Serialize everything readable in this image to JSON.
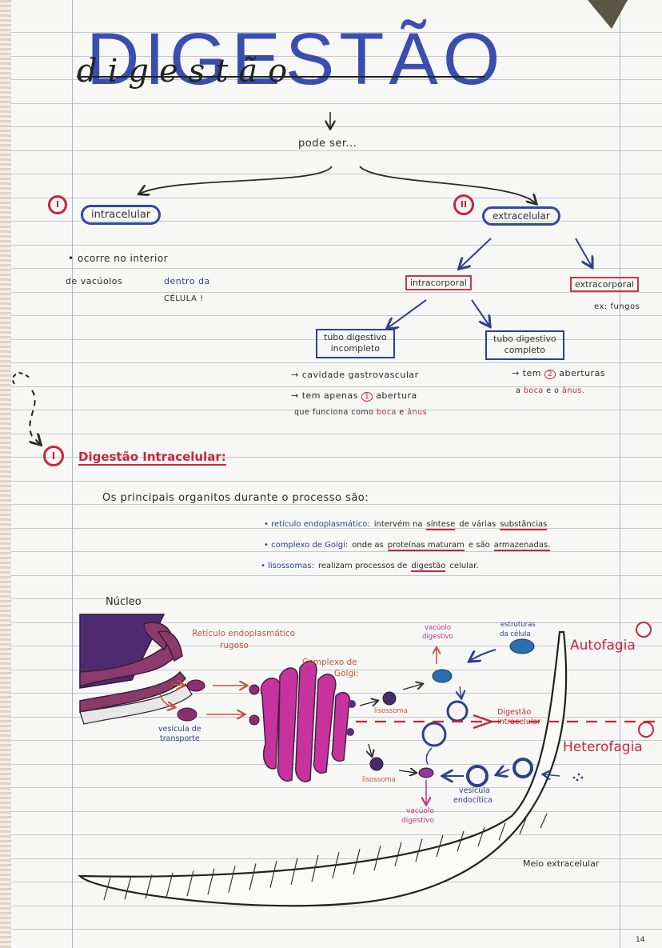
{
  "page": {
    "title_print": "DIGESTÃO",
    "title_script": "digestão",
    "intro": "pode ser...",
    "page_number": "14"
  },
  "map": {
    "branch1": {
      "number": "I",
      "label": "intracelular",
      "note_line1": "• ocorre no interior",
      "note_line2a": "de vacúolos",
      "note_line2b": "dentro da",
      "note_line3": "CÉLULA !"
    },
    "branch2": {
      "number": "II",
      "label": "extracelular",
      "sub1": "intracorporal",
      "sub2": "extracorporal",
      "sub2_example": "ex: fungos",
      "incomplete": {
        "label_line1": "tubo digestivo",
        "label_line2": "incompleto",
        "note1": "→ cavidade gastrovascular",
        "note2a": "→ tem apenas",
        "note2_num": "1",
        "note2b": "abertura",
        "note3a": "que funciona como",
        "note3_boca": "boca",
        "note3_e": "e",
        "note3_anus": "ânus"
      },
      "complete": {
        "label_line1": "tubo digestivo",
        "label_line2": "completo",
        "note1a": "→ tem",
        "note1_num": "2",
        "note1b": "aberturas",
        "note2a": "a",
        "note2_boca": "boca",
        "note2_mid": "e o",
        "note2_anus": "ânus."
      }
    }
  },
  "section1": {
    "number": "I",
    "heading": "Digestão Intracelular:",
    "intro": "Os principais organitos durante o processo são:",
    "bullets": [
      {
        "term": "• retículo endoplasmático:",
        "text_a": "intervém na",
        "underlined": "síntese",
        "text_b": "de várias",
        "underlined2": "substâncias"
      },
      {
        "term": "• complexo de Golgi:",
        "text_a": "onde as",
        "underlined": "proteínas maturam",
        "text_b": "e são",
        "underlined2": "armazenadas."
      },
      {
        "term": "• lisossomas:",
        "text_a": "realizam processos de",
        "underlined": "digestão",
        "text_b": "celular.",
        "underlined2": ""
      }
    ]
  },
  "diagram": {
    "nucleus": "Núcleo",
    "rer_line1": "Retículo endoplasmático",
    "rer_line2": "rugoso",
    "golgi_line1": "Complexo de",
    "golgi_line2": "Golgi:",
    "transport_line1": "vesícula de",
    "transport_line2": "transporte",
    "lysosome_top": "lisossoma",
    "lysosome_bottom": "lisossoma",
    "vacuole_top_line1": "vacúolo",
    "vacuole_top_line2": "digestivo",
    "structures_line1": "estruturas",
    "structures_line2": "da célula",
    "autophagy": "Autofagia",
    "heterophagy": "Heterofagia",
    "intracellular_line1": "Digestão",
    "intracellular_line2": "intracelular",
    "endocytic_line1": "vesícula",
    "endocytic_line2": "endocítica",
    "vacuole_bottom_line1": "vacúolo",
    "vacuole_bottom_line2": "digestivo",
    "extracellular": "Meio extracelular"
  },
  "colors": {
    "blue_ink": "#2e3f8f",
    "title_blue": "#3a4eb0",
    "red_ink": "#c8263c",
    "magenta": "#c03a98",
    "purple": "#5a2e7a"
  }
}
